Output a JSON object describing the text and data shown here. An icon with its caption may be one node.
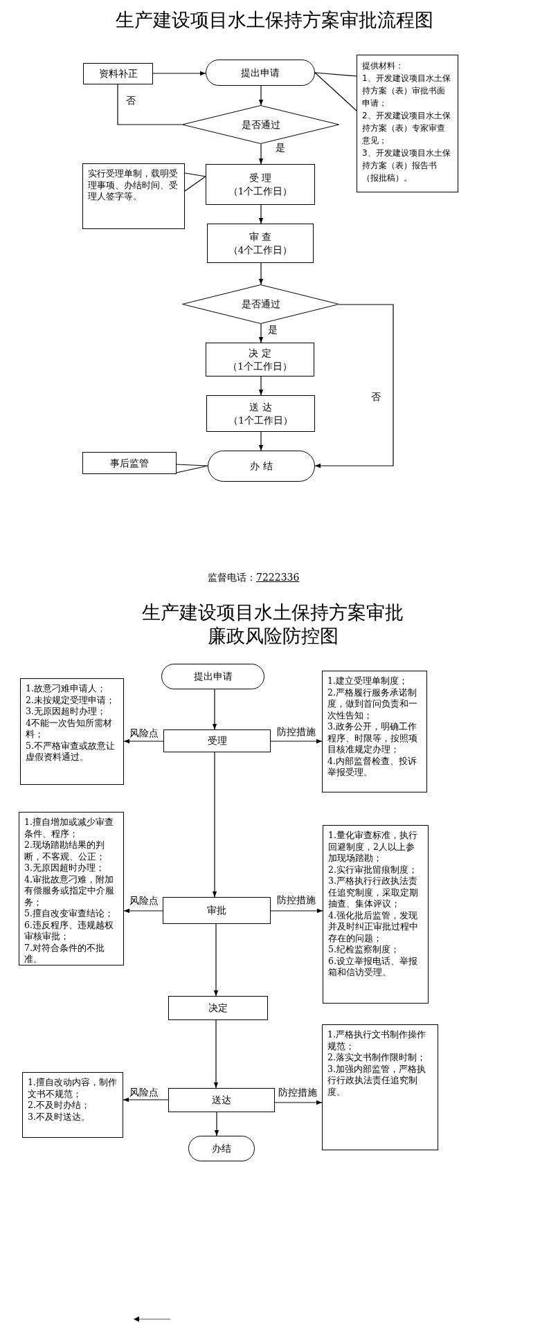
{
  "diagram": {
    "title": "生产建设项目水土保持方案审批流程图",
    "nodes": [
      {
        "text": [
          "资料补正"
        ]
      },
      {
        "text": [
          "提出申请"
        ]
      },
      {
        "text": [
          "提供材料：",
          "1、开发建设项目水土保持方案（表）审批书面申请；",
          "2、开发建设项目水土保持方案（表）专家审查意见；",
          "3、开发建设项目水土保持方案（表）报告书（报批稿）。"
        ]
      },
      {
        "text": [
          "是否通过"
        ]
      },
      {
        "text": [
          "受 理",
          "（1个工作日）"
        ]
      },
      {
        "text": [
          "实行受理单制，载明受理事项、办结时间、受理人签字等。"
        ]
      },
      {
        "text": [
          "审 查",
          "（4个工作日）"
        ]
      },
      {
        "text": [
          "是否通过"
        ]
      },
      {
        "text": [
          "决 定",
          "（1个工作日）"
        ]
      },
      {
        "text": [
          "送 达",
          "（1个工作日）"
        ]
      },
      {
        "text": [
          "办 结"
        ]
      },
      {
        "text": [
          "事后监管"
        ]
      },
      {
        "text": [
          "提出申请"
        ]
      },
      {
        "text": [
          "受理"
        ]
      },
      {
        "text": [
          "1.故意刁难申请人；",
          "2.未按规定受理申请；",
          "3.无原因超时办理；",
          "4不能一次告知所需材料；",
          "5.不严格审查或故意让虚假资料通过。"
        ]
      },
      {
        "text": [
          "1.建立受理单制度；",
          "2.严格履行服务承诺制度，做到首问负责和一次性告知；",
          "3.政务公开，明确工作程序、时限等，按照项目核准规定办理；",
          "4.内部监督检查、投诉举报受理。"
        ]
      },
      {
        "text": [
          "审批"
        ]
      },
      {
        "text": [
          "1.擅自增加或减少审查条件、程序；",
          "2.现场踏勘结果的判断，不客观、公正；",
          "3.无原因超时办理；",
          "4.审批故意刁难，附加有偿服务或指定中介服务；",
          "5.擅自改变审查结论；",
          "6.违反程序、违规越权审核审批；",
          "7.对符合条件的不批准。"
        ]
      },
      {
        "text": [
          "1.量化审查标准，执行回避制度，2人以上参加现场踏勘；",
          "2.实行审批留痕制度；",
          "3.严格执行行政执法责任追究制度，采取定期抽查、集体评议；",
          "4.强化批后监管，发现并及时纠正审批过程中存在的问题；",
          "5.纪检监察制度；",
          "6.设立举报电话、举报箱和信访受理。"
        ]
      },
      {
        "text": [
          "决定"
        ]
      },
      {
        "text": [
          "送达"
        ]
      },
      {
        "text": [
          "1.擅自改动内容，制作文书不规范；",
          "2.不及时办结；",
          "3.不及时送达。"
        ]
      },
      {
        "text": [
          "1.严格执行文书制作操作规范；",
          "2.落实文书制作限时制；",
          "3.加强内部监管，严格执行行政执法责任追究制度。"
        ]
      },
      {
        "text": [
          "办结"
        ]
      }
    ],
    "edges": [
      {
        "from": 0,
        "to": 1,
        "arrow": "to"
      },
      {
        "from": 1,
        "to": 3,
        "arrow": "to"
      },
      {
        "from": 3,
        "to": 0,
        "arrow": "none",
        "label": "否"
      },
      {
        "from": 3,
        "to": 4,
        "arrow": "to",
        "label": "是"
      },
      {
        "from": 2,
        "to": 1,
        "arrow": "none"
      },
      {
        "from": 5,
        "to": 4,
        "arrow": "none"
      },
      {
        "from": 4,
        "to": 6,
        "arrow": "to"
      },
      {
        "from": 6,
        "to": 7,
        "arrow": "to"
      },
      {
        "from": 7,
        "to": 8,
        "arrow": "to",
        "label": "是"
      },
      {
        "from": 8,
        "to": 9,
        "arrow": "to"
      },
      {
        "from": 9,
        "to": 10,
        "arrow": "to"
      },
      {
        "from": 7,
        "to": 10,
        "arrow": "to",
        "label": "否"
      },
      {
        "from": 11,
        "to": 10,
        "arrow": "none"
      },
      {
        "from": 12,
        "to": 13,
        "arrow": "to"
      },
      {
        "from": 13,
        "to": 14,
        "arrow": "to",
        "label": "风险点"
      },
      {
        "from": 13,
        "to": 15,
        "arrow": "to",
        "label": "防控措施"
      },
      {
        "from": 13,
        "to": 16,
        "arrow": "to"
      },
      {
        "from": 16,
        "to": 17,
        "arrow": "to",
        "label": "风险点"
      },
      {
        "from": 16,
        "to": 18,
        "arrow": "to",
        "label": "防控措施"
      },
      {
        "from": 16,
        "to": 19,
        "arrow": "to"
      },
      {
        "from": 19,
        "to": 20,
        "arrow": "to"
      },
      {
        "from": 20,
        "to": 21,
        "arrow": "to",
        "label": "风险点"
      },
      {
        "from": 20,
        "to": 22,
        "arrow": "to",
        "label": "防控措施"
      },
      {
        "from": 20,
        "to": 23,
        "arrow": "to"
      }
    ],
    "labels": [
      "监督电话：",
      "7222336",
      "生产建设项目水土保持方案审批廉政风险防控图"
    ]
  }
}
